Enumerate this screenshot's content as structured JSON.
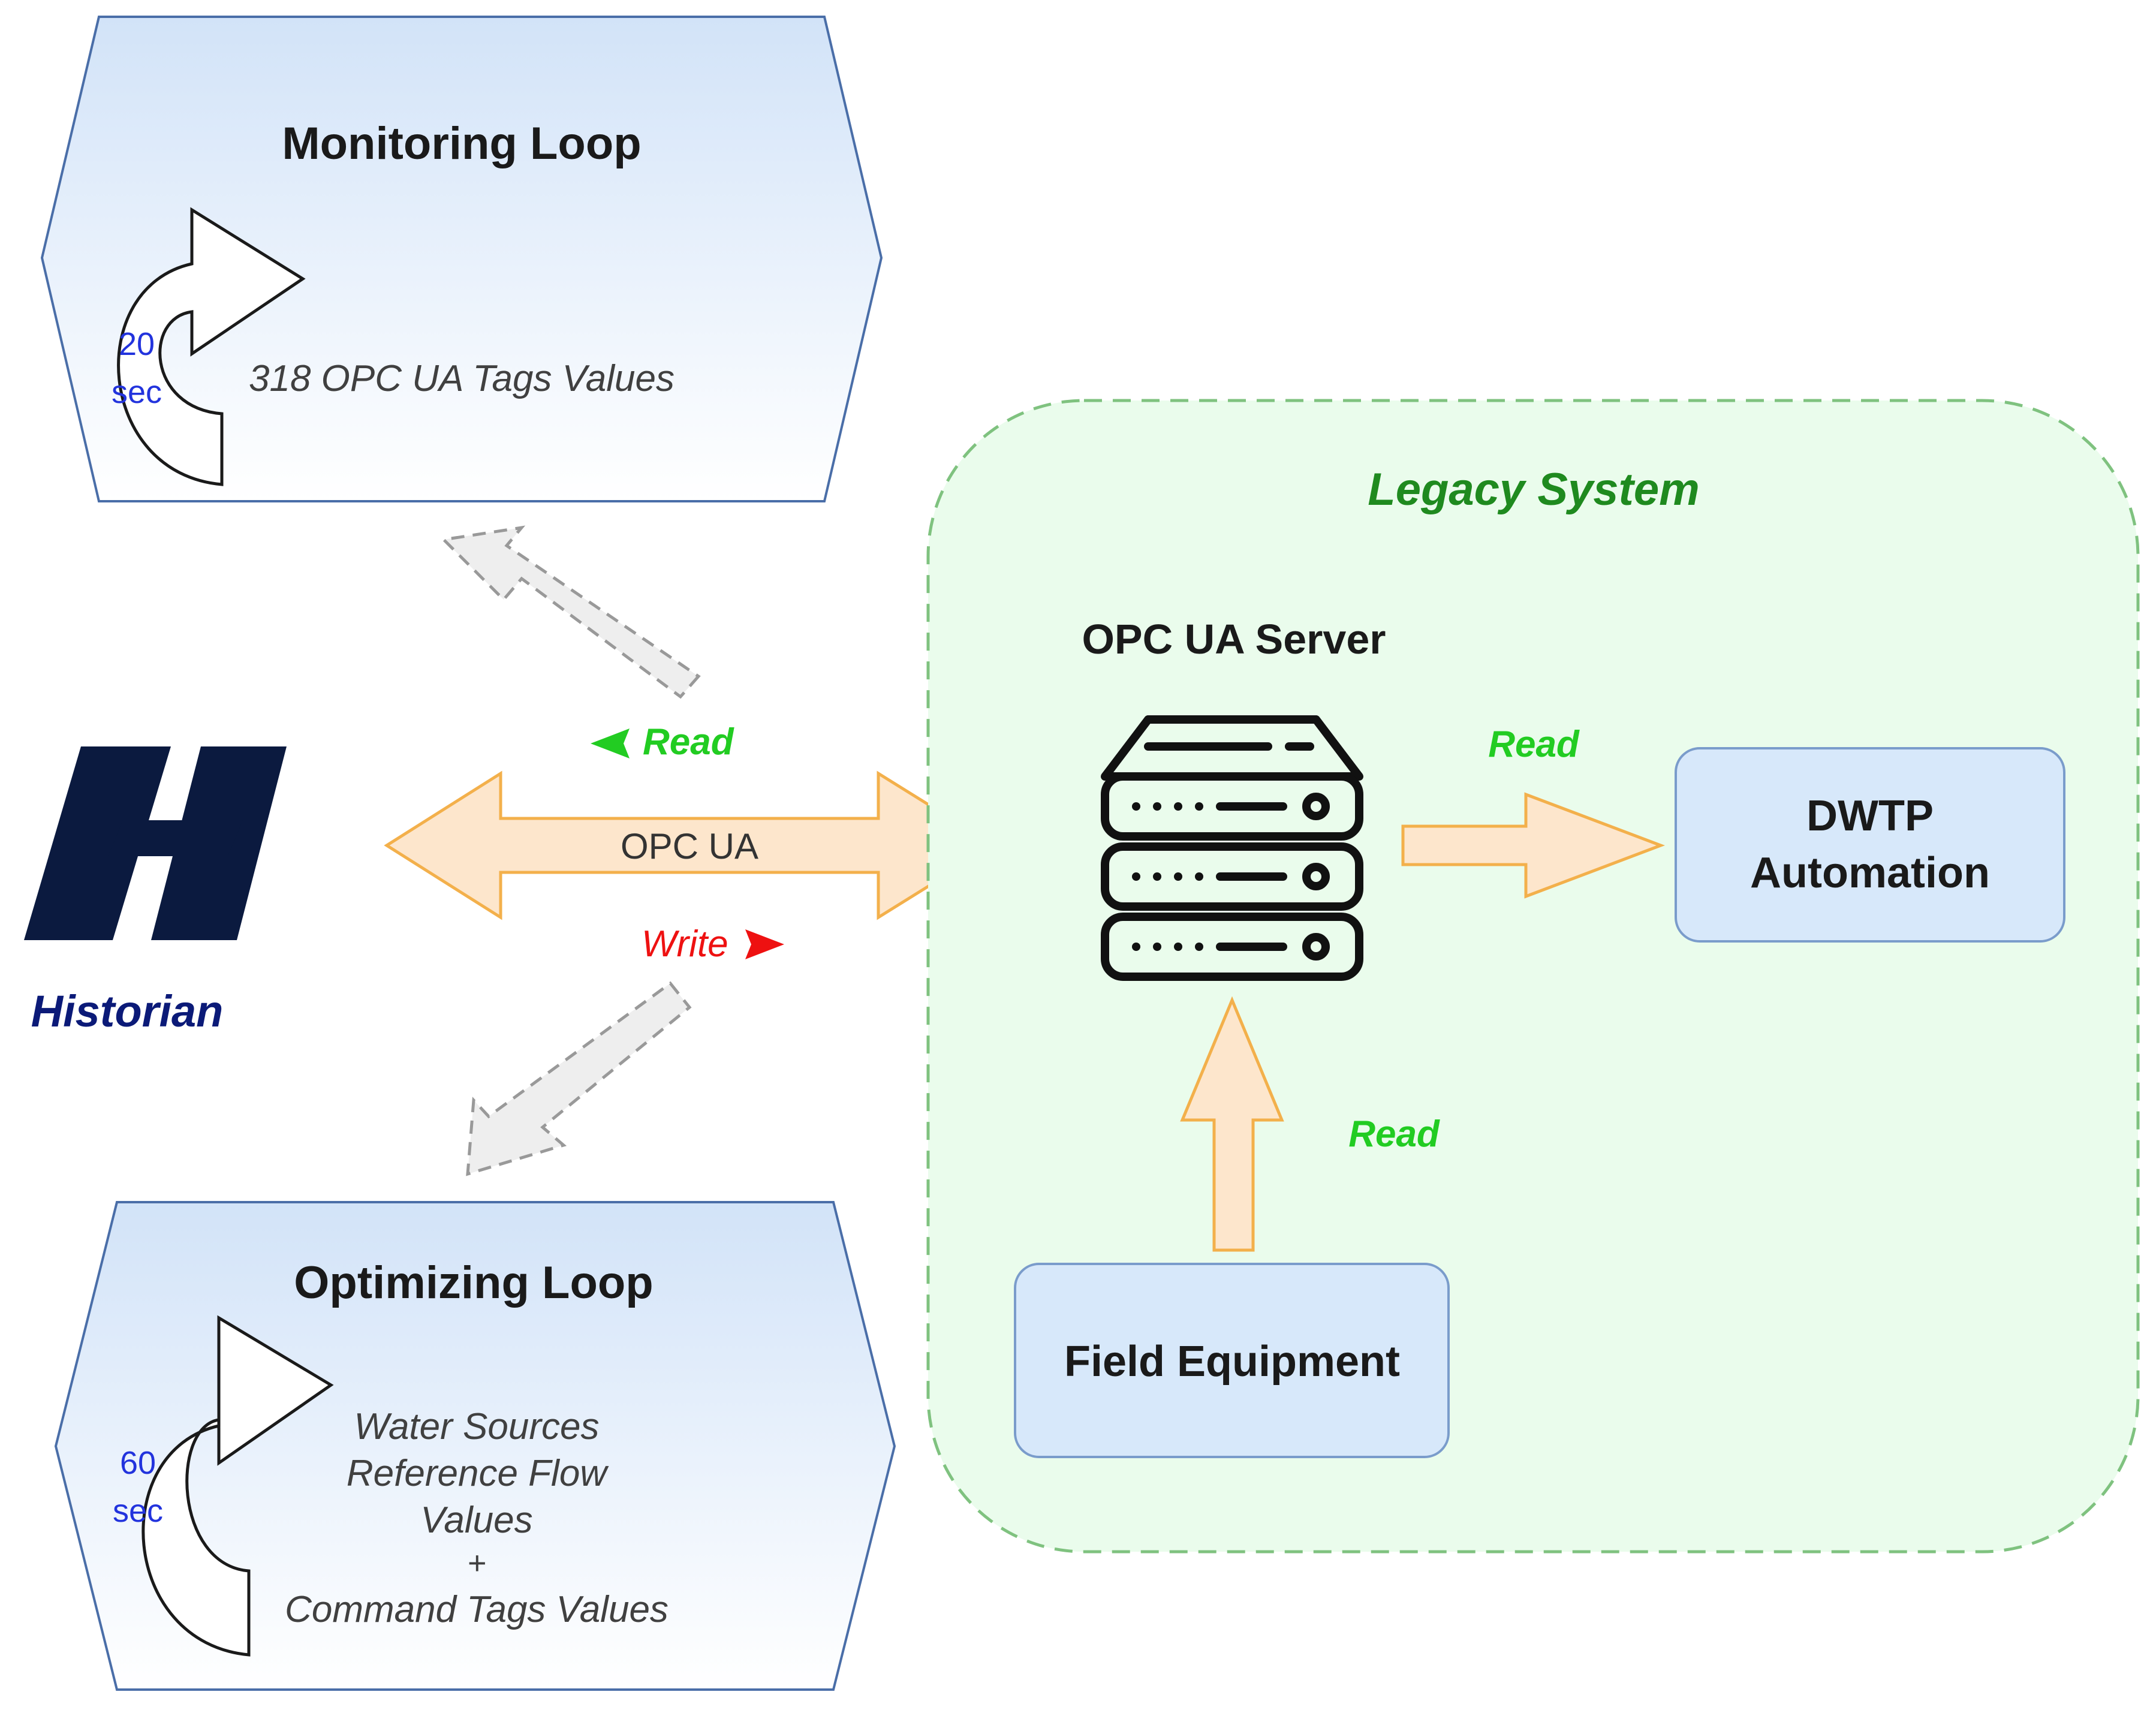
{
  "monitoring_loop": {
    "title": "Monitoring Loop",
    "interval_value": "20",
    "interval_unit": "sec",
    "description": "318 OPC UA Tags Values"
  },
  "optimizing_loop": {
    "title": "Optimizing Loop",
    "interval_value": "60",
    "interval_unit": "sec",
    "description_lines": [
      "Water Sources",
      "Reference Flow",
      "Values",
      "+",
      "Command Tags Values"
    ]
  },
  "historian": {
    "label": "Historian",
    "logo_letter": "H"
  },
  "link": {
    "protocol": "OPC UA",
    "read_label": "Read",
    "write_label": "Write"
  },
  "legacy_system": {
    "title": "Legacy System",
    "server_label": "OPC UA Server",
    "read_to_automation": "Read",
    "read_from_field": "Read",
    "automation_lines": [
      "DWTP",
      "Automation"
    ],
    "field_equipment": "Field Equipment"
  },
  "colors": {
    "loop_fill_top": "#d6e6fa",
    "loop_fill_bottom": "#ffffff",
    "loop_border": "#4a6ea8",
    "legacy_fill": "#eafcec",
    "legacy_border": "#7fc27f",
    "arrow_fill": "#fde6cc",
    "arrow_border": "#f3b04b",
    "box_fill": "#d7e8fa",
    "box_border": "#7a9ccb",
    "read_green": "#22cc22",
    "write_red": "#ee1111",
    "historian_blue": "#0b1a78"
  }
}
